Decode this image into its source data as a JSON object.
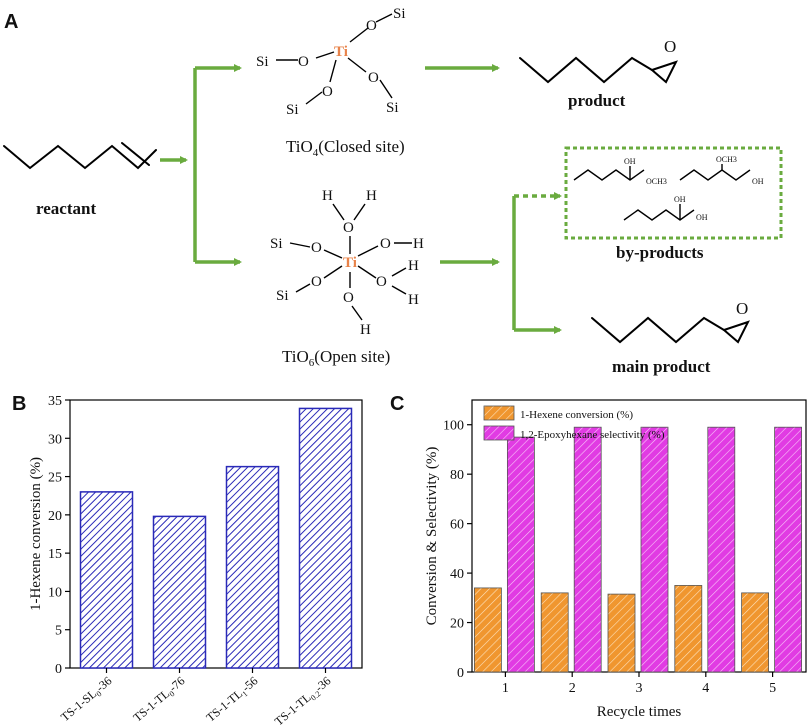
{
  "panel_a": {
    "label": "A",
    "reactant_label": "reactant",
    "closed_site_label": "TiO",
    "closed_site_sub": "4",
    "closed_site_suffix": "(Closed site)",
    "open_site_label": "TiO",
    "open_site_sub": "6",
    "open_site_suffix": "(Open site)",
    "product_label": "product",
    "byproducts_label": "by-products",
    "main_product_label": "main product",
    "atoms": {
      "ti": "Ti",
      "o": "O",
      "si": "Si",
      "h": "H",
      "oh": "OH",
      "och3": "OCH3"
    },
    "colors": {
      "arrow": "#6aab3f",
      "titanium": "#e8834a",
      "box": "#6aab3f"
    }
  },
  "chart_data": [
    {
      "panel": "B",
      "type": "bar",
      "categories": [
        "TS-1-SL0-36",
        "TS-1-TL0-76",
        "TS-1-TL1-56",
        "TS-1-TL0.2-36"
      ],
      "category_parts": [
        {
          "pre": "TS-1-SL",
          "sub": "0",
          "post": "-36"
        },
        {
          "pre": "TS-1-TL",
          "sub": "0",
          "post": "-76"
        },
        {
          "pre": "TS-1-TL",
          "sub": "1",
          "post": "-56"
        },
        {
          "pre": "TS-1-TL",
          "sub": "0.2",
          "post": "-36"
        }
      ],
      "values": [
        23.0,
        19.8,
        26.3,
        33.9
      ],
      "ylabel": "1-Hexene conversion (%)",
      "xlabel": "",
      "ylim": [
        0,
        35
      ],
      "yticks": [
        0,
        5,
        10,
        15,
        20,
        25,
        30,
        35
      ],
      "bar_color": "#2a2ab8",
      "pattern": "diagonal-hatch"
    },
    {
      "panel": "C",
      "type": "bar",
      "categories": [
        "1",
        "2",
        "3",
        "4",
        "5"
      ],
      "series": [
        {
          "name": "1-Hexene conversion (%)",
          "values": [
            34,
            32,
            31.5,
            35,
            32
          ],
          "color": "#f0962f"
        },
        {
          "name": "1,2-Epoxyhexane selectivity (%)",
          "values": [
            95,
            99,
            99,
            99,
            99
          ],
          "color": "#e13be3"
        }
      ],
      "xlabel": "Recycle times",
      "ylabel": "Conversion & Selectivity (%)",
      "ylim": [
        0,
        110
      ],
      "yticks": [
        0,
        20,
        40,
        60,
        80,
        100
      ],
      "legend": "top-left",
      "pattern": "diagonal-hatch"
    }
  ],
  "panel_labels": {
    "b": "B",
    "c": "C"
  }
}
